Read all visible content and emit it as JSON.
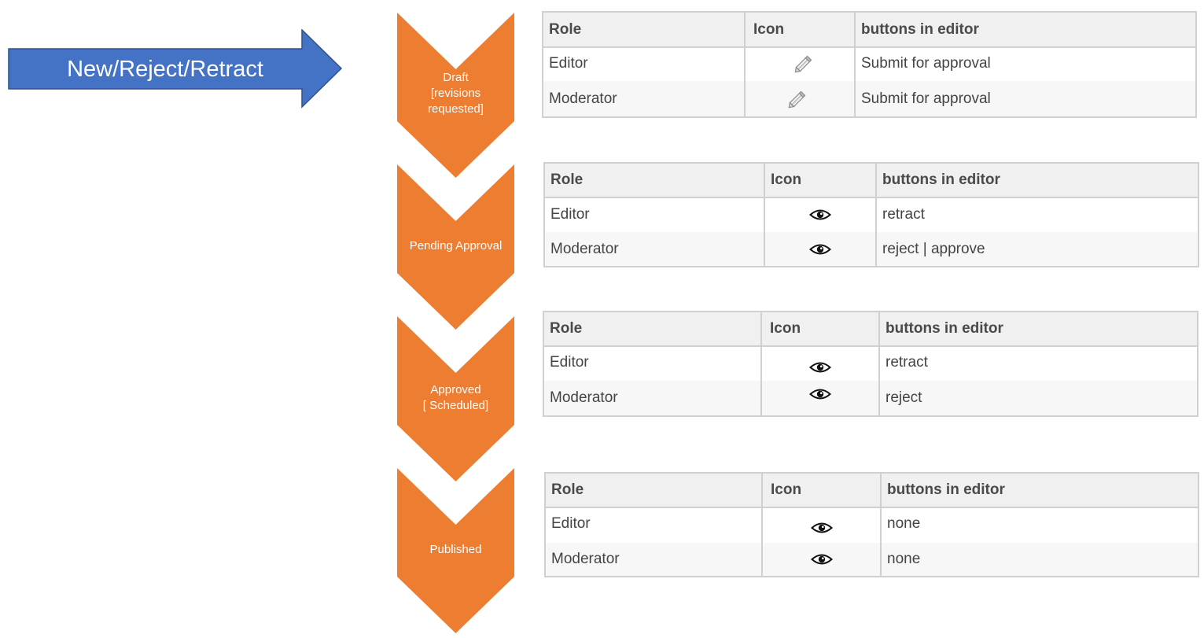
{
  "entry": {
    "label": "New/Reject/Retract",
    "color": "#4472c4"
  },
  "stage_color": "#ed7d31",
  "headers": {
    "role": "Role",
    "icon": "Icon",
    "buttons": "buttons in editor"
  },
  "stages": [
    {
      "label_lines": [
        "Draft",
        "[revisions",
        "requested]"
      ],
      "rows": [
        {
          "role": "Editor",
          "icon": "pencil-icon",
          "buttons": "Submit for approval"
        },
        {
          "role": "Moderator",
          "icon": "pencil-icon",
          "buttons": "Submit for approval"
        }
      ]
    },
    {
      "label_lines": [
        "Pending Approval"
      ],
      "rows": [
        {
          "role": "Editor",
          "icon": "eye-icon",
          "buttons": "retract"
        },
        {
          "role": "Moderator",
          "icon": "eye-icon",
          "buttons": "reject | approve"
        }
      ]
    },
    {
      "label_lines": [
        "Approved",
        "[ Scheduled]"
      ],
      "rows": [
        {
          "role": "Editor",
          "icon": "eye-icon",
          "buttons": "retract"
        },
        {
          "role": "Moderator",
          "icon": "eye-icon",
          "buttons": "reject"
        }
      ]
    },
    {
      "label_lines": [
        "Published"
      ],
      "rows": [
        {
          "role": "Editor",
          "icon": "eye-icon",
          "buttons": "none"
        },
        {
          "role": "Moderator",
          "icon": "eye-icon",
          "buttons": "none"
        }
      ]
    }
  ]
}
